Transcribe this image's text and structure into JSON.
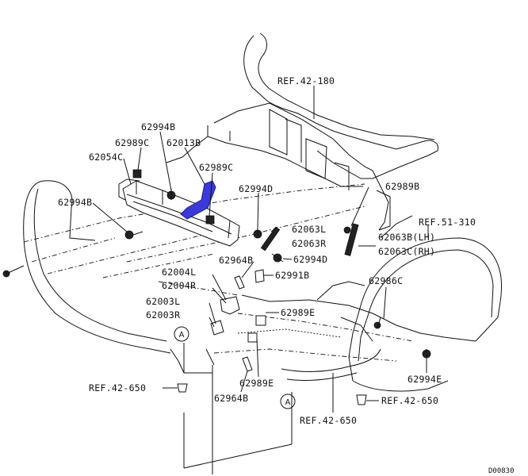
{
  "labels": {
    "ref_42_180": "REF.42-180",
    "p62994B_top": "62994B",
    "p62989C_left": "62989C",
    "p62013B": "62013B",
    "p62054C": "62054C",
    "p62989C_mid": "62989C",
    "p62994B_left": "62994B",
    "p62994D_upper": "62994D",
    "p62989B": "62989B",
    "ref_51_310": "REF.51-310",
    "p62063L": "62063L",
    "p62063R": "62063R",
    "p62994D_lower": "62994D",
    "p62063B_LH": "62063B(LH)",
    "p62063C_RH": "62063C(RH)",
    "p62964B_upper": "62964B",
    "p62991B": "62991B",
    "p62004L": "62004L",
    "p62004R": "62004R",
    "p62986C": "62986C",
    "p62003L": "62003L",
    "p62003R": "62003R",
    "p62989E_upper": "62989E",
    "p62994E": "62994E",
    "ref_42_650_left": "REF.42-650",
    "p62989E_lower": "62989E",
    "ref_42_650_right": "REF.42-650",
    "p62964B_lower": "62964B",
    "ref_42_650_bottom": "REF.42-650",
    "marker_a_left": "A",
    "marker_a_right": "A",
    "drawing_id": "D00830"
  },
  "colors": {
    "highlight": "#3a3ad8",
    "ink": "#111111"
  }
}
